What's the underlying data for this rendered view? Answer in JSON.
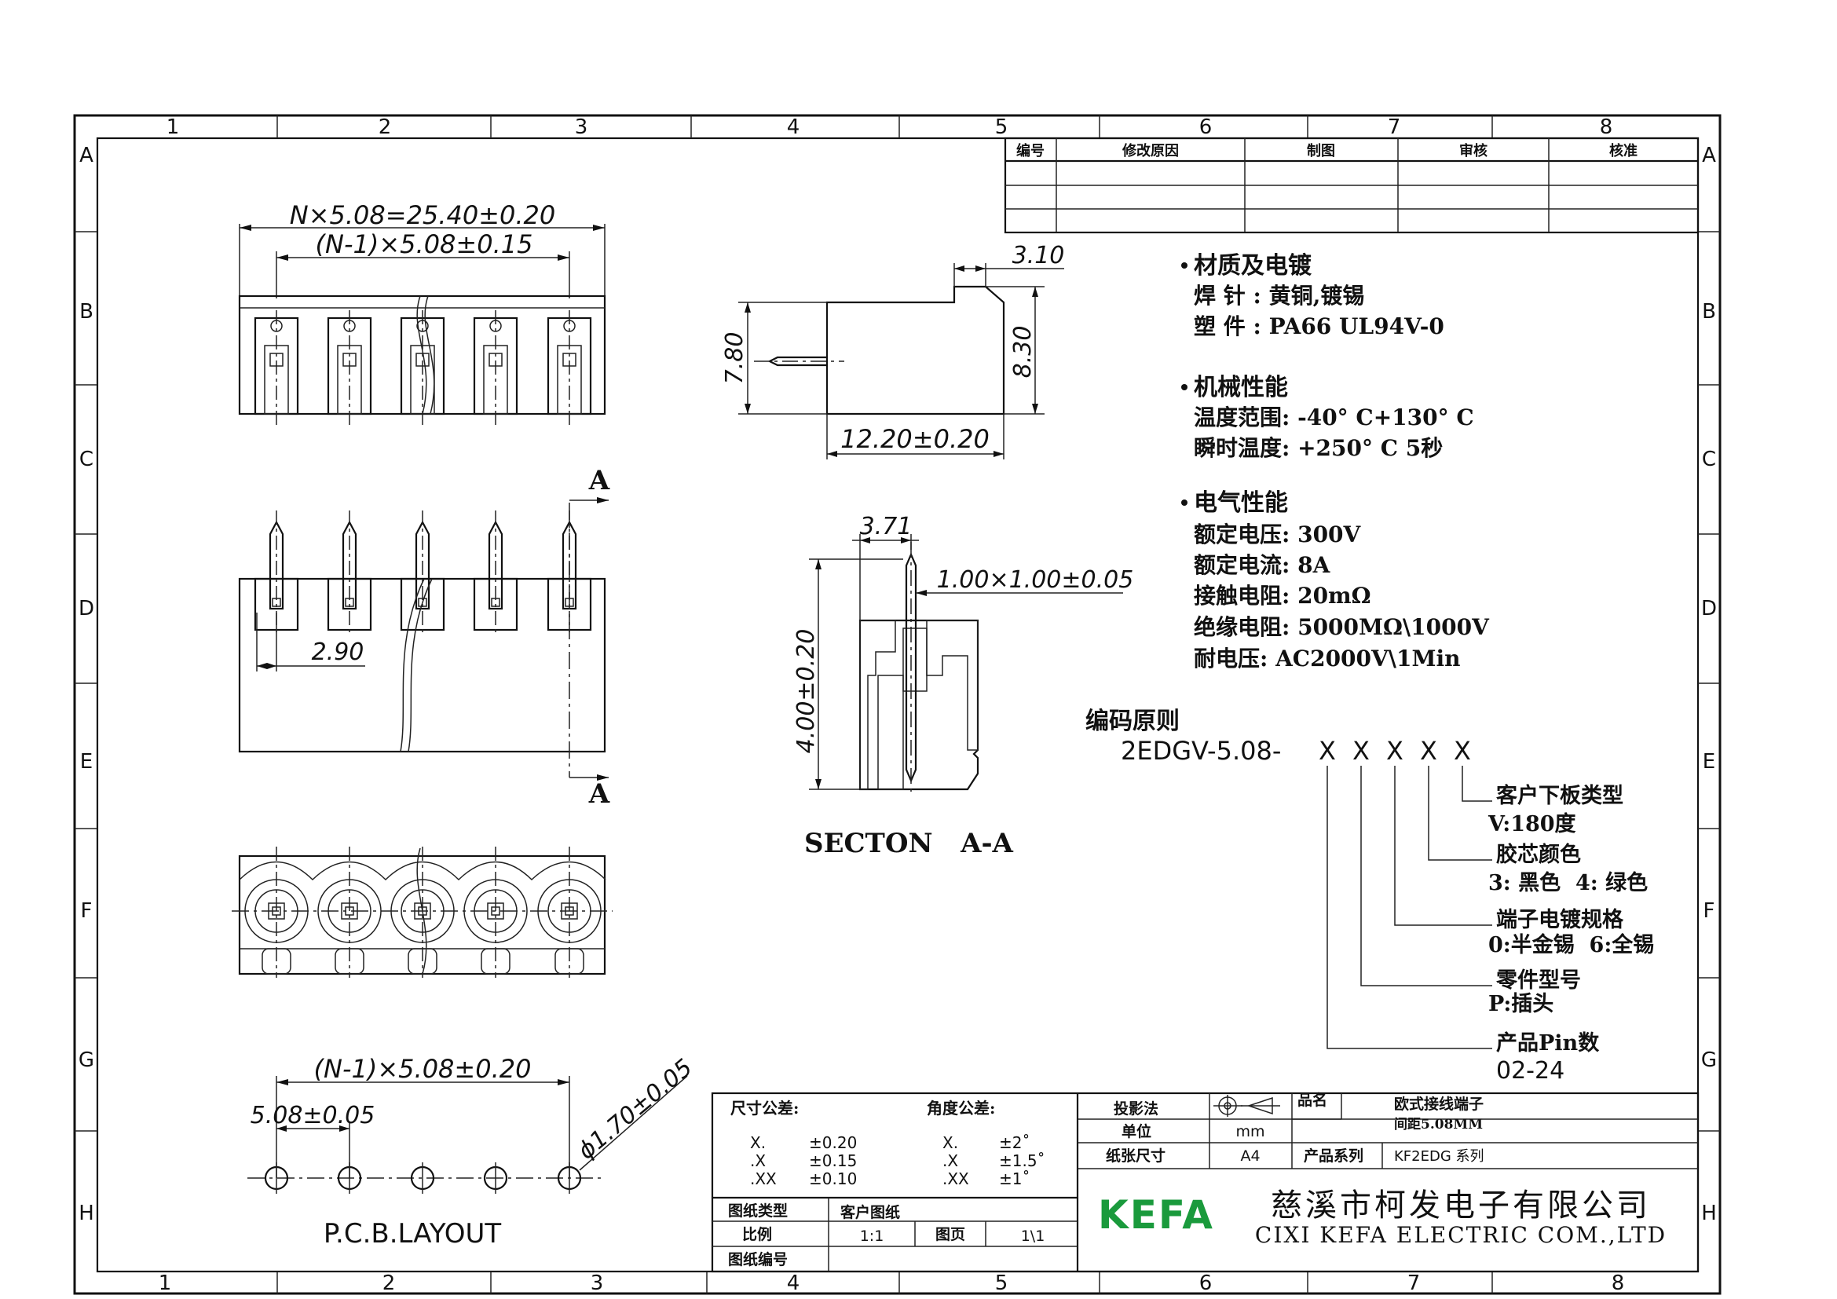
{
  "frame": {
    "col_labels": [
      "1",
      "2",
      "3",
      "4",
      "5",
      "6",
      "7",
      "8"
    ],
    "row_labels": [
      "A",
      "B",
      "C",
      "D",
      "E",
      "F",
      "G",
      "H"
    ]
  },
  "revision_table": {
    "headers": [
      "编号",
      "修改原因",
      "制图",
      "审核",
      "核准"
    ]
  },
  "dims": {
    "top_overall": "N×5.08=25.40±0.20",
    "top_pitch": "(N-1)×5.08±0.15",
    "front_pin_offset": "2.90",
    "side_top": "3.10",
    "side_height_left": "7.80",
    "side_height_right": "8.30",
    "side_length": "12.20±0.20",
    "sec_width": "3.71",
    "sec_pin": "1.00×1.00±0.05",
    "sec_height": "4.00±0.20",
    "pcb_pitch_total": "(N-1)×5.08±0.20",
    "pcb_pitch": "5.08±0.05",
    "pcb_hole": "ϕ1.70±0.05"
  },
  "labels": {
    "section_mark": "A",
    "section_title": "SECTON   A-A",
    "pcb_layout": "P.C.B.LAYOUT"
  },
  "specs": {
    "material": {
      "title": "材质及电镀",
      "lines": [
        "焊 针 : 黄铜,镀锡",
        "塑 件 : PA66 UL94V-0"
      ]
    },
    "mechanical": {
      "title": "机械性能",
      "lines": [
        "温度范围: -40° C+130° C",
        "瞬时温度: +250° C 5秒"
      ]
    },
    "electrical": {
      "title": "电气性能",
      "lines": [
        "额定电压: 300V",
        "额定电流: 8A",
        "接触电阻: 20mΩ",
        "绝缘电阻: 5000MΩ\\1000V",
        "耐电压: AC2000V\\1Min"
      ]
    }
  },
  "coding": {
    "title": "编码原则",
    "prefix": "2EDGV-5.08-",
    "x": "X",
    "items": [
      {
        "title": "客户下板类型",
        "sub": "V:180度"
      },
      {
        "title": "胶芯颜色",
        "sub": "3: 黑色  4: 绿色"
      },
      {
        "title": "端子电镀规格",
        "sub": "0:半金锡  6:全锡"
      },
      {
        "title": "零件型号",
        "sub": "P:插头"
      },
      {
        "title": "产品Pin数",
        "sub": "02-24"
      }
    ]
  },
  "title_block": {
    "dim_tol_title": "尺寸公差:",
    "dim_tol": [
      [
        "X.",
        "±0.20"
      ],
      [
        ".X",
        "±0.15"
      ],
      [
        ".XX",
        "±0.10"
      ]
    ],
    "ang_tol_title": "角度公差:",
    "ang_tol": [
      [
        "X.",
        "±2˚"
      ],
      [
        ".X",
        "±1.5˚"
      ],
      [
        ".XX",
        "±1˚"
      ]
    ],
    "drawing_type_label": "图纸类型",
    "drawing_type": "客户图纸",
    "scale_label": "比例",
    "scale": "1:1",
    "page_label": "图页",
    "page": "1\\1",
    "drawing_no_label": "图纸编号",
    "projection_label": "投影法",
    "unit_label": "单位",
    "unit": "mm",
    "paper_label": "纸张尺寸",
    "paper": "A4",
    "product_name_label": "品名",
    "product_name_1": "欧式接线端子",
    "product_name_2": "间距5.08MM",
    "series_label": "产品系列",
    "series": "KF2EDG 系列",
    "logo": "KEFA",
    "company_cn": "慈溪市柯发电子有限公司",
    "company_en": "CIXI KEFA ELECTRIC COM.,LTD",
    "logo_color": "#1a9a3c"
  }
}
